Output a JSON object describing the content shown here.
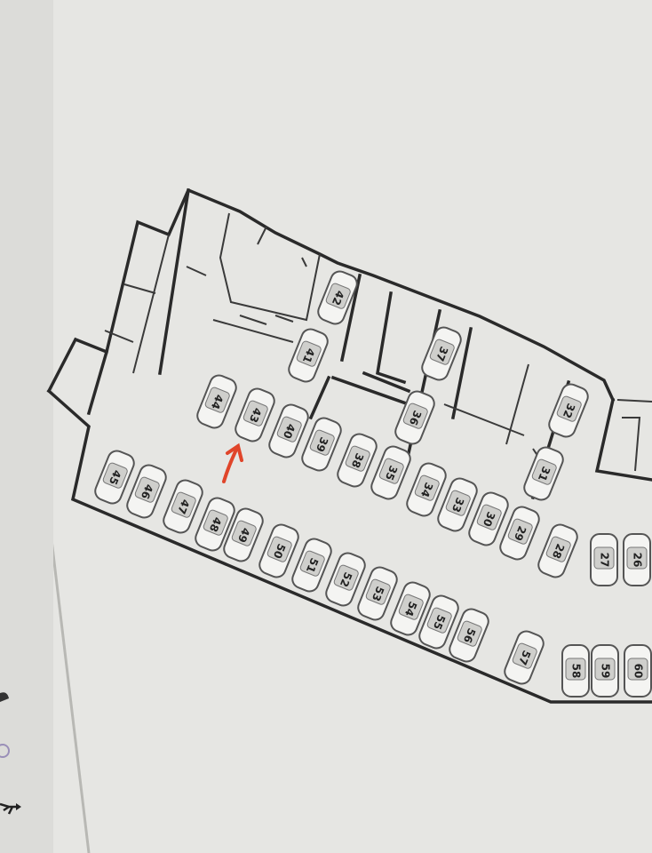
{
  "plan": {
    "title": "Parking floor plan",
    "spaces": [
      "26",
      "27",
      "28",
      "29",
      "30",
      "31",
      "32",
      "33",
      "34",
      "35",
      "36",
      "37",
      "38",
      "39",
      "40",
      "41",
      "42",
      "43",
      "44",
      "45",
      "46",
      "47",
      "48",
      "49",
      "50",
      "51",
      "52",
      "53",
      "54",
      "55",
      "56",
      "57",
      "58",
      "59",
      "60"
    ],
    "highlighted_space": "43",
    "arrow_color": "#e0452a",
    "wall_color": "#2a2a2a",
    "side_icons": [
      "car-icon",
      "gear-icon",
      "person-walking-icon"
    ]
  }
}
